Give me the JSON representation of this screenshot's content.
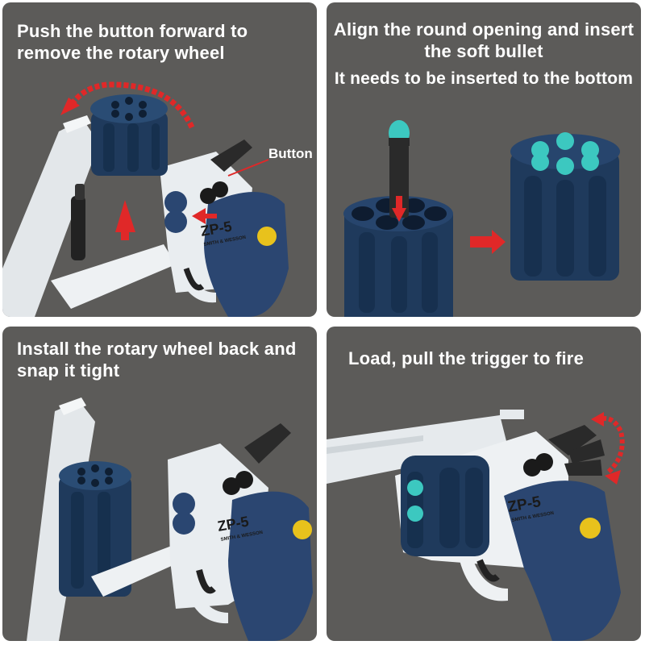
{
  "panels": [
    {
      "caption_line1": "Push the button forward to",
      "caption_line2": "remove the rotary wheel",
      "button_label": "Button",
      "brand_main": "ZP-5",
      "brand_sub": "SMITH & WESSON"
    },
    {
      "caption_line1": "Align the round opening and insert",
      "caption_line2": "the soft bullet",
      "caption_line3": "It needs to be inserted to the bottom"
    },
    {
      "caption_line1": "Install the rotary wheel back and",
      "caption_line2": "snap it tight",
      "brand_main": "ZP-5",
      "brand_sub": "SMITH & WESSON"
    },
    {
      "caption_line1": "Load, pull the trigger to fire",
      "brand_main": "ZP-5",
      "brand_sub": "SMITH & WESSON"
    }
  ],
  "colors": {
    "panel_bg": "#5c5b59",
    "cylinder": "#1f3a5c",
    "grip": "#2a4470",
    "frame": "#e8ecef",
    "bullet_tip": "#3cc8c0",
    "arrow": "#e02828"
  }
}
